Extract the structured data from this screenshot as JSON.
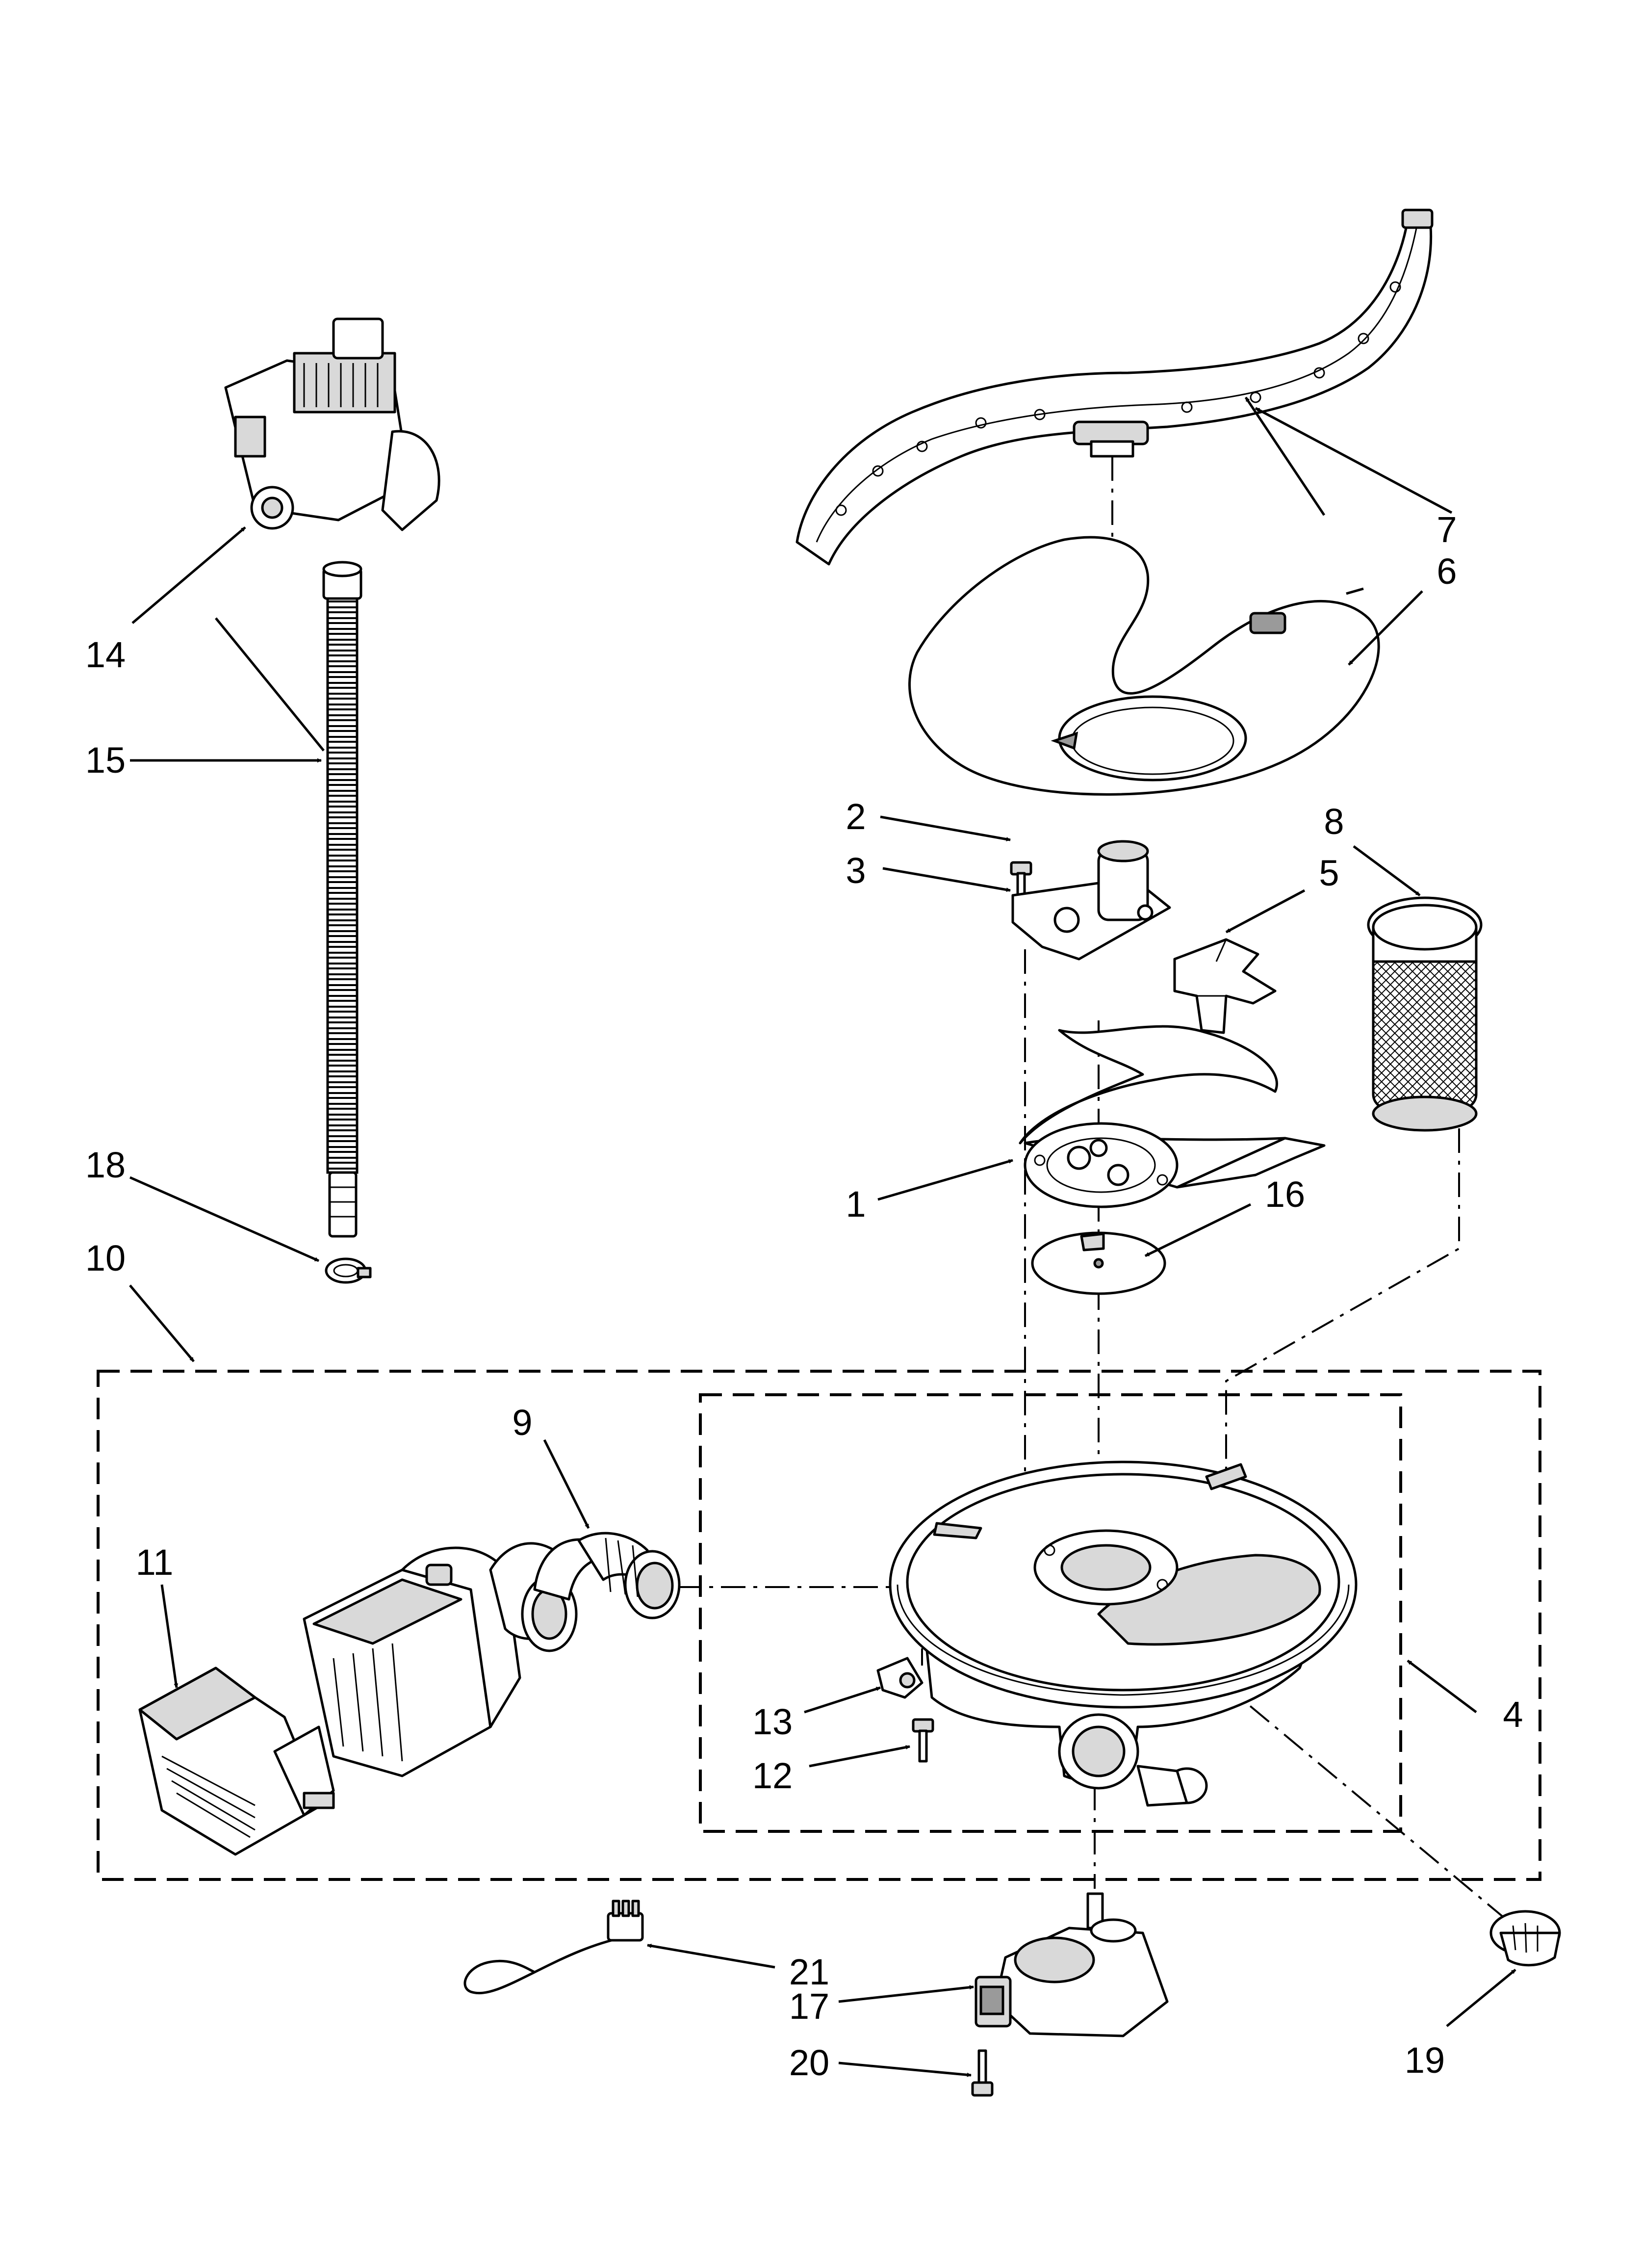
{
  "callouts": [
    {
      "id": "1",
      "text": "1"
    },
    {
      "id": "2",
      "text": "2"
    },
    {
      "id": "3",
      "text": "3"
    },
    {
      "id": "4",
      "text": "4"
    },
    {
      "id": "5",
      "text": "5"
    },
    {
      "id": "6",
      "text": "6"
    },
    {
      "id": "7",
      "text": "7"
    },
    {
      "id": "8",
      "text": "8"
    },
    {
      "id": "9",
      "text": "9"
    },
    {
      "id": "10",
      "text": "10"
    },
    {
      "id": "11",
      "text": "11"
    },
    {
      "id": "12",
      "text": "12"
    },
    {
      "id": "13",
      "text": "13"
    },
    {
      "id": "14",
      "text": "14"
    },
    {
      "id": "15",
      "text": "15"
    },
    {
      "id": "16",
      "text": "16"
    },
    {
      "id": "17",
      "text": "17"
    },
    {
      "id": "18",
      "text": "18"
    },
    {
      "id": "19",
      "text": "19"
    },
    {
      "id": "20",
      "text": "20"
    },
    {
      "id": "21",
      "text": "21"
    }
  ],
  "colors": {
    "line": "#000000",
    "background": "#ffffff",
    "shade": "#d9d9d9"
  }
}
